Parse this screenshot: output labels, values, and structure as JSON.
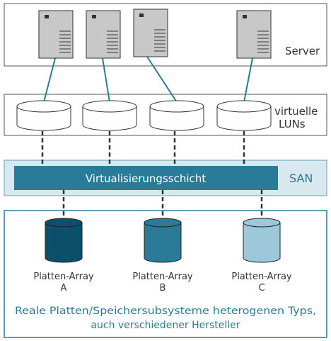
{
  "server_tier": {
    "label": "Server"
  },
  "lun_tier": {
    "label_line1": "virtuelle",
    "label_line2": "LUNs"
  },
  "san_tier": {
    "bar_label": "Virtualisierungsschicht",
    "label": "SAN"
  },
  "storage_tier": {
    "arrays": [
      {
        "line1": "Platten-Array",
        "line2": "A"
      },
      {
        "line1": "Platten-Array",
        "line2": "B"
      },
      {
        "line1": "Platten-Array",
        "line2": "C"
      }
    ],
    "caption_line1": "Reale Platten/Speichersubsysteme heterogenen Typs,",
    "caption_line2": "auch verschiedener Hersteller"
  },
  "colors": {
    "teal": "#2a7b97",
    "san_fill": "#d8e8ef",
    "array_a": "#0b4f6b",
    "array_b": "#2a7b97",
    "array_c": "#9cc8da",
    "server_fill": "#c8c8c8"
  }
}
